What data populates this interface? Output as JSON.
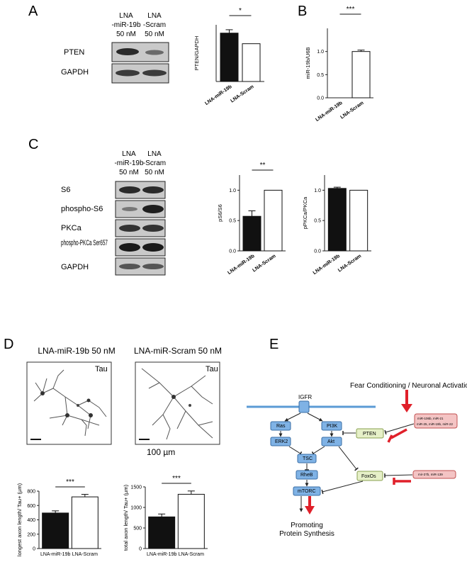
{
  "panels": {
    "A": {
      "letter": "A",
      "blot": {
        "lane_labels": [
          [
            "LNA",
            "-miR-19b",
            "50 nM"
          ],
          [
            "LNA",
            "-Scram",
            "50 nM"
          ]
        ],
        "rows": [
          "PTEN",
          "GAPDH"
        ]
      },
      "chart": {
        "ylabel": "PTEN/GAPDH",
        "sig": "*"
      }
    },
    "B": {
      "letter": "B",
      "chart": {
        "ylabel": "miR-19b/U6B",
        "sig": "***"
      }
    },
    "C": {
      "letter": "C",
      "blot": {
        "lane_labels": [
          [
            "LNA",
            "-miR-19b",
            "50 nM"
          ],
          [
            "LNA",
            "-Scram",
            "50 nM"
          ]
        ],
        "rows": [
          "S6",
          "phospho-S6",
          "PKCa",
          "phospho-PKCa Ser657",
          "GAPDH"
        ]
      },
      "chart1": {
        "ylabel": "pS6/S6",
        "sig": "**"
      },
      "chart2": {
        "ylabel": "pPKCa/PKCa",
        "sig": ""
      }
    },
    "D": {
      "letter": "D",
      "image_titles": [
        "LNA-miR-19b 50 nM",
        "LNA-miR-Scram 50 nM"
      ],
      "image_stain": "Tau",
      "scale_label": "100 µm",
      "chart1": {
        "ylabel": "longest axon length/ Tau+ (µm)",
        "sig": "***"
      },
      "chart2": {
        "ylabel": "total axon length/ Tau+ (µm)",
        "sig": "***"
      }
    },
    "E": {
      "letter": "E",
      "stimulus": "Fear Conditioning / Neuronal Activation",
      "receptor": "IGFR",
      "nodes": [
        "Ras",
        "PI3K",
        "ERK2",
        "Akt",
        "TSC",
        "RheB",
        "mTORC",
        "PTEN",
        "FoxOs"
      ],
      "mirs_top": [
        "miR-106b, miR-21",
        "miR-25, miR-19b, miR-22"
      ],
      "mirs_bottom": "mir-27b, miR-139",
      "output": [
        "Promoting",
        "Protein Synthesis"
      ]
    }
  },
  "colors": {
    "black_bar": "#111111",
    "white_bar": "#ffffff",
    "node_blue": "#7fb2e5",
    "node_green": "#e6f0c8",
    "node_red": "#f4c4c4",
    "arrow_red": "#e0202a",
    "membrane": "#5b9bd5"
  },
  "chart_data": [
    {
      "type": "bar",
      "categories": [
        "LNA-miR-19b",
        "LNA-Scram"
      ],
      "values": [
        1.28,
        1.0
      ],
      "errors": [
        0.09,
        0
      ],
      "title": "",
      "xlabel": "",
      "ylabel": "PTEN/GAPDH",
      "ylim": [
        0,
        1.5
      ],
      "yticks": []
    },
    {
      "type": "bar",
      "categories": [
        "LNA-miR-19b",
        "LNA-Scram"
      ],
      "values": [
        0.0,
        1.0
      ],
      "errors": [
        0,
        0.03
      ],
      "title": "",
      "xlabel": "",
      "ylabel": "miR-19b/U6B",
      "ylim": [
        0,
        1.5
      ],
      "yticks": [
        "0.0",
        "0.5",
        "1.0"
      ]
    },
    {
      "type": "bar",
      "categories": [
        "LNA-miR-19b",
        "LNA-Scram"
      ],
      "values": [
        0.57,
        1.0
      ],
      "errors": [
        0.09,
        0
      ],
      "title": "",
      "xlabel": "",
      "ylabel": "pS6/S6",
      "ylim": [
        0,
        1.25
      ],
      "yticks": [
        "0.0",
        "0.5",
        "1.0"
      ]
    },
    {
      "type": "bar",
      "categories": [
        "LNA-miR-19b",
        "LNA-Scram"
      ],
      "values": [
        1.03,
        1.0
      ],
      "errors": [
        0.02,
        0
      ],
      "title": "",
      "xlabel": "",
      "ylabel": "pPKCa/PKCa",
      "ylim": [
        0,
        1.25
      ],
      "yticks": [
        "0.0",
        "0.5",
        "1.0"
      ]
    },
    {
      "type": "bar",
      "categories": [
        "LNA-miR-19b",
        "LNA-Scram"
      ],
      "values": [
        495,
        720
      ],
      "errors": [
        30,
        35
      ],
      "title": "",
      "xlabel": "",
      "ylabel": "longest axon length/ Tau+ (µm)",
      "ylim": [
        0,
        800
      ],
      "yticks": [
        "0",
        "200",
        "400",
        "600",
        "800"
      ]
    },
    {
      "type": "bar",
      "categories": [
        "LNA-miR-19b",
        "LNA-Scram"
      ],
      "values": [
        770,
        1320
      ],
      "errors": [
        70,
        80
      ],
      "title": "",
      "xlabel": "",
      "ylabel": "total axon length/ Tau+ (µm)",
      "ylim": [
        0,
        1500
      ],
      "yticks": [
        "0",
        "500",
        "1000",
        "1500"
      ]
    }
  ]
}
